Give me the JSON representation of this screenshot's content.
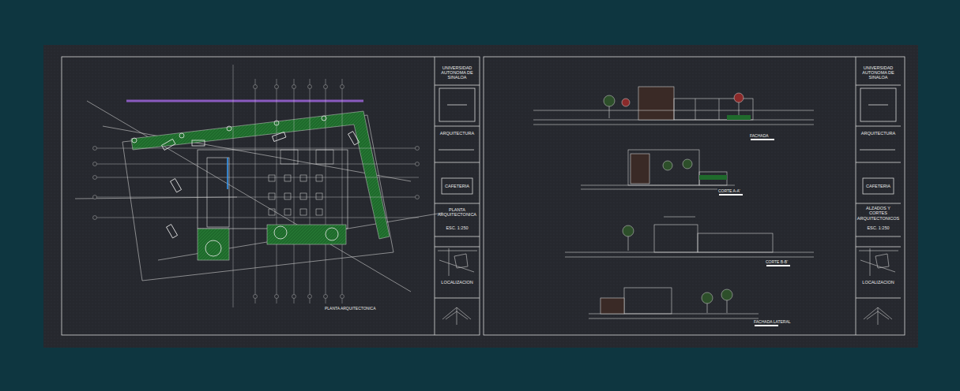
{
  "diagram": {
    "nodes": [
      {
        "text": [
          "UNIVERSIDAD AUTONOMA DE SINALOA"
        ]
      },
      {
        "text": [
          "ARQUITECTURA"
        ]
      },
      {
        "text": [
          "CAFETERIA"
        ]
      },
      {
        "text": [
          "PLANTA ARQUITECTONICA"
        ]
      },
      {
        "text": [
          "ESC. 1:250"
        ]
      },
      {
        "text": [
          "LOCALIZACION"
        ]
      },
      {
        "text": [
          "UNIVERSIDAD AUTONOMA DE SINALOA"
        ]
      },
      {
        "text": [
          "ARQUITECTURA"
        ]
      },
      {
        "text": [
          "CAFETERIA"
        ]
      },
      {
        "text": [
          "ALZADOS Y CORTES ARQUITECTONICOS"
        ]
      },
      {
        "text": [
          "ESC. 1:250"
        ]
      },
      {
        "text": [
          "LOCALIZACION"
        ]
      }
    ],
    "labels": [
      "PLANTA ARQUITECTONICA",
      "FACHADA",
      "CORTE A-A'",
      "CORTE B-B'",
      "FACHADA LATERAL"
    ]
  }
}
